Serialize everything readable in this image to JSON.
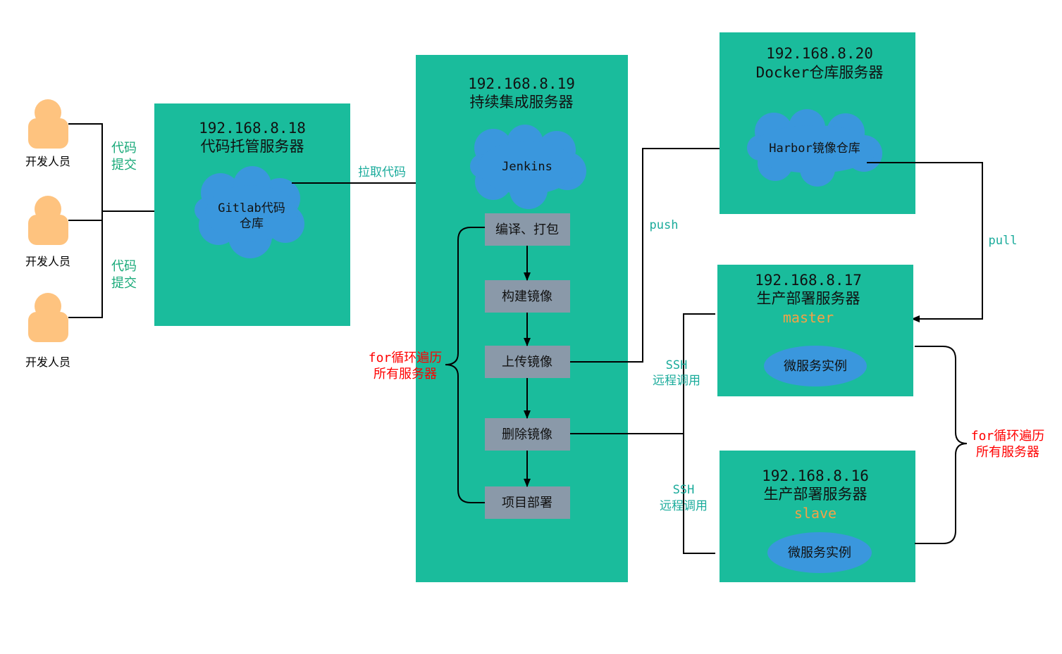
{
  "developers": [
    {
      "label": "开发人员"
    },
    {
      "label": "开发人员"
    },
    {
      "label": "开发人员"
    }
  ],
  "commit_labels": [
    {
      "line1": "代码",
      "line2": "提交"
    },
    {
      "line1": "代码",
      "line2": "提交"
    }
  ],
  "gitlab_server": {
    "ip": "192.168.8.18",
    "name": "代码托管服务器",
    "cloud_line1": "Gitlab代码",
    "cloud_line2": "仓库"
  },
  "pull_code_label": "拉取代码",
  "ci_server": {
    "ip": "192.168.8.19",
    "name": "持续集成服务器",
    "cloud": "Jenkins"
  },
  "steps": [
    "编译、打包",
    "构建镜像",
    "上传镜像",
    "删除镜像",
    "项目部署"
  ],
  "loop_label_ci": {
    "line1": "for循环遍历",
    "line2": "所有服务器"
  },
  "push_label": "push",
  "docker_server": {
    "ip": "192.168.8.20",
    "name": "Docker仓库服务器",
    "cloud": "Harbor镜像仓库"
  },
  "pull_label": "pull",
  "ssh_labels": [
    {
      "line1": "SSH",
      "line2": "远程调用"
    },
    {
      "line1": "SSH",
      "line2": "远程调用"
    }
  ],
  "master_server": {
    "ip": "192.168.8.17",
    "name": "生产部署服务器",
    "role": "master",
    "instance": "微服务实例"
  },
  "slave_server": {
    "ip": "192.168.8.16",
    "name": "生产部署服务器",
    "role": "slave",
    "instance": "微服务实例"
  },
  "loop_label_prod": {
    "line1": "for循环遍历",
    "line2": "所有服务器"
  },
  "colors": {
    "server_box": "#1abc9c",
    "cloud": "#3a97dd",
    "step_box": "#8a99a9",
    "person": "#fec37f",
    "label_green": "#1aaa7a",
    "label_teal": "#1aab9b",
    "label_red": "#ff0000",
    "label_orange": "#f5a145"
  }
}
